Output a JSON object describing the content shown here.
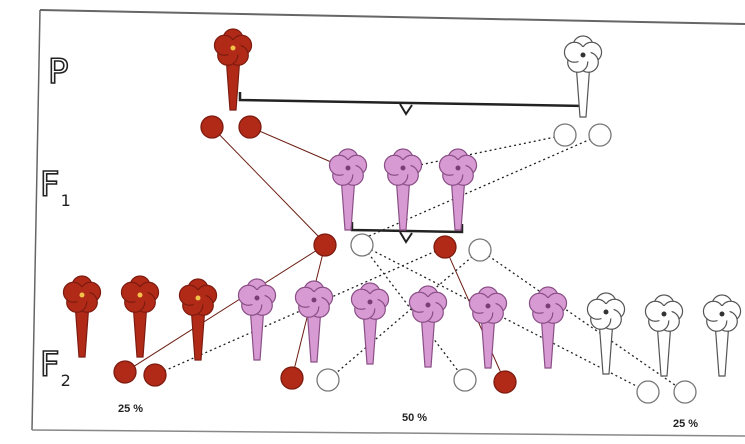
{
  "generations": {
    "p": {
      "letter": "P",
      "sub": ""
    },
    "f1": {
      "letter": "F",
      "sub": "1"
    },
    "f2": {
      "letter": "F",
      "sub": "2"
    }
  },
  "ratios": {
    "red": "25 %",
    "pink": "50 %",
    "white": "25 %"
  },
  "colors": {
    "red": "#b02a17",
    "red_dark": "#7d1b10",
    "pink": "#d79ad3",
    "pink_dark": "#8a4f86",
    "white": "#ffffff",
    "outline": "#555555"
  }
}
